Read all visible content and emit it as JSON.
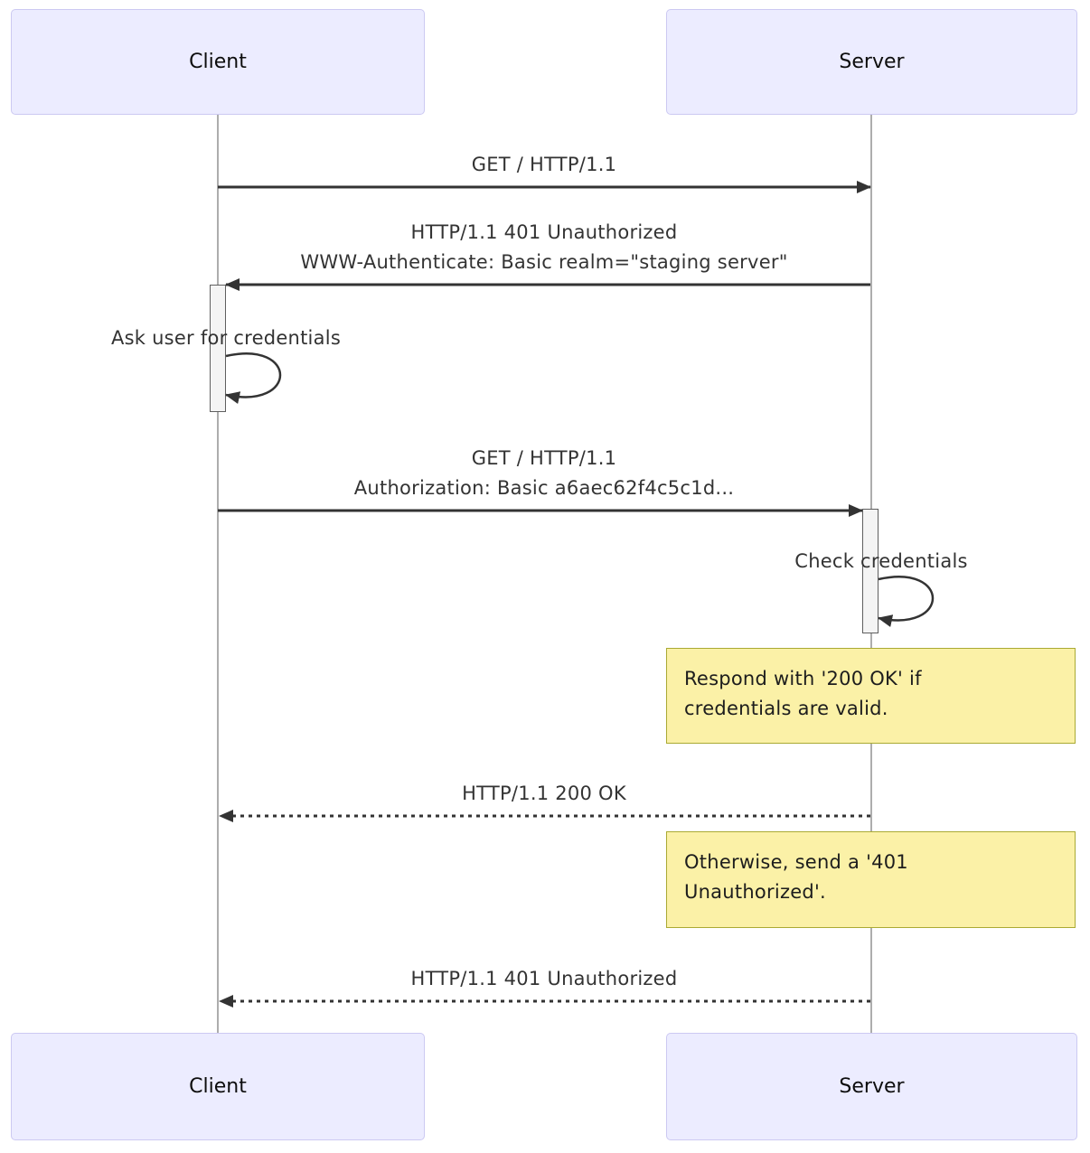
{
  "diagram": {
    "kind": "sequence"
  },
  "actors": [
    {
      "label": "Client"
    },
    {
      "label": "Server"
    }
  ],
  "messages": [
    {
      "lines": [
        "GET / HTTP/1.1"
      ],
      "style": "solid-arrow",
      "from": "Client",
      "to": "Server"
    },
    {
      "lines": [
        "HTTP/1.1 401 Unauthorized",
        "WWW-Authenticate: Basic realm=\"staging server\""
      ],
      "style": "solid-arrow",
      "from": "Server",
      "to": "Client"
    },
    {
      "lines": [
        "Ask user for credentials"
      ],
      "style": "self-loop",
      "from": "Client",
      "to": "Client"
    },
    {
      "lines": [
        "GET / HTTP/1.1",
        "Authorization: Basic a6aec62f4c5c1d..."
      ],
      "style": "solid-arrow",
      "from": "Client",
      "to": "Server"
    },
    {
      "lines": [
        "Check credentials"
      ],
      "style": "self-loop",
      "from": "Server",
      "to": "Server"
    },
    {
      "lines": [
        "HTTP/1.1 200 OK"
      ],
      "style": "dashed-arrow",
      "from": "Server",
      "to": "Client"
    },
    {
      "lines": [
        "HTTP/1.1 401 Unauthorized"
      ],
      "style": "dashed-arrow",
      "from": "Server",
      "to": "Client"
    }
  ],
  "notes": [
    {
      "lines": [
        "Respond with '200 OK' if",
        "credentials are valid."
      ],
      "position": "right of Server"
    },
    {
      "lines": [
        "Otherwise, send a '401",
        "Unauthorized'."
      ],
      "position": "right of Server"
    }
  ],
  "colors": {
    "background": "#FFFFFF",
    "actor_fill": "#ECECFF",
    "actor_border": "#CCC9F2",
    "note_fill": "#FBF1A7",
    "note_border": "#AAAA33",
    "message_line": "#333333",
    "message_text": "#333333",
    "lifeline": "#ADADAD",
    "activation_fill": "#F4F4F4",
    "activation_border": "#5F5F5F"
  }
}
